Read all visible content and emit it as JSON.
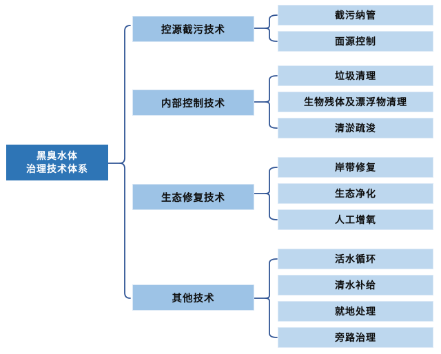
{
  "diagram": {
    "type": "tree",
    "orientation": "left-to-right",
    "root": {
      "line1": "黑臭水体",
      "line2": "治理技术体系"
    },
    "groups": [
      {
        "parent": "控源截污技术",
        "children": [
          "截污纳管",
          "面源控制"
        ]
      },
      {
        "parent": "内部控制技术",
        "children": [
          "垃圾清理",
          "生物残体及漂浮物清理",
          "清淤疏浚"
        ]
      },
      {
        "parent": "生态修复技术",
        "children": [
          "岸带修复",
          "生态净化",
          "人工增氧"
        ]
      },
      {
        "parent": "其他技术",
        "children": [
          "活水循环",
          "清水补给",
          "就地处理",
          "旁路治理"
        ]
      }
    ],
    "colors": {
      "root_fill": "#2E75B6",
      "branch_fill": "#9DC3E6",
      "leaf_fill": "#BDD7EE",
      "connector": "#2E5394",
      "root_text": "#FFFFFF",
      "node_text": "#0D0D0D",
      "background": "#FFFFFF"
    }
  }
}
